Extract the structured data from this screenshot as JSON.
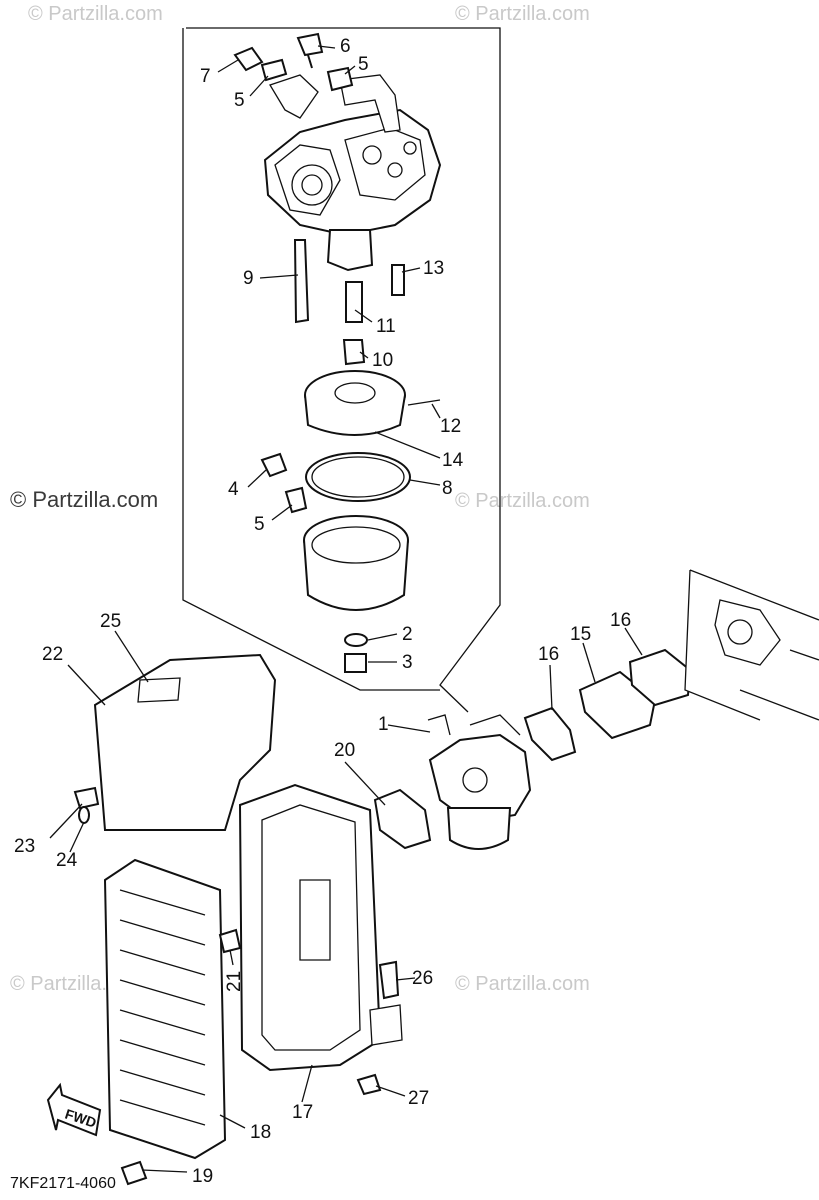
{
  "watermarks": {
    "top_left": "© Partzilla.com",
    "top_right": "© Partzilla.com",
    "mid_left": "© Partzilla.com",
    "mid_right": "© Partzilla.com",
    "bottom_left": "© Partzilla.com",
    "bottom_right": "© Partzilla.com"
  },
  "fwd_label": "FWD",
  "diagram_code": "7KF2171-4060",
  "callouts": {
    "c1": "1",
    "c2": "2",
    "c3": "3",
    "c4": "4",
    "c5a": "5",
    "c5b": "5",
    "c5c": "5",
    "c6": "6",
    "c7": "7",
    "c8": "8",
    "c9": "9",
    "c10": "10",
    "c11": "11",
    "c12": "12",
    "c13": "13",
    "c14": "14",
    "c15": "15",
    "c16a": "16",
    "c16b": "16",
    "c17": "17",
    "c18": "18",
    "c19": "19",
    "c20": "20",
    "c21": "21",
    "c22": "22",
    "c23": "23",
    "c24": "24",
    "c25": "25",
    "c26": "26",
    "c27": "27"
  }
}
